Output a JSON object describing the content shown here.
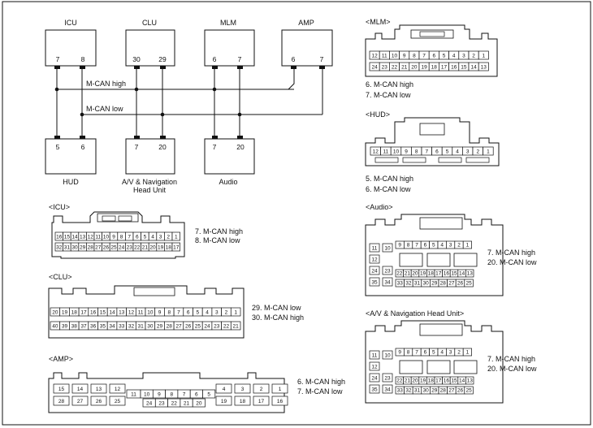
{
  "modules_top": [
    {
      "name": "ICU",
      "pins": [
        "7",
        "8"
      ]
    },
    {
      "name": "CLU",
      "pins": [
        "30",
        "29"
      ]
    },
    {
      "name": "MLM",
      "pins": [
        "6",
        "7"
      ]
    },
    {
      "name": "AMP",
      "pins": [
        "6",
        "7"
      ]
    }
  ],
  "modules_bottom": [
    {
      "name": "HUD",
      "pins": [
        "5",
        "6"
      ]
    },
    {
      "name": "A/V & Navigation",
      "name2": "Head Unit",
      "pins": [
        "7",
        "20"
      ]
    },
    {
      "name": "Audio",
      "pins": [
        "7",
        "20"
      ]
    }
  ],
  "bus": {
    "high": "M-CAN high",
    "low": "M-CAN low"
  },
  "connectors": {
    "icu": {
      "title": "<ICU>",
      "notes": [
        "7. M-CAN high",
        "8. M-CAN low"
      ],
      "row1": [
        "16",
        "15",
        "14",
        "13",
        "12",
        "11",
        "10",
        "9",
        "8",
        "7",
        "6",
        "5",
        "4",
        "3",
        "2",
        "1"
      ],
      "row2": [
        "32",
        "31",
        "30",
        "29",
        "28",
        "27",
        "26",
        "25",
        "24",
        "23",
        "22",
        "21",
        "20",
        "19",
        "18",
        "17"
      ]
    },
    "clu": {
      "title": "<CLU>",
      "notes": [
        "29. M-CAN low",
        "30. M-CAN high"
      ],
      "row1": [
        "20",
        "19",
        "18",
        "17",
        "16",
        "15",
        "14",
        "13",
        "12",
        "11",
        "10",
        "9",
        "8",
        "7",
        "6",
        "5",
        "4",
        "3",
        "2",
        "1"
      ],
      "row2": [
        "40",
        "39",
        "38",
        "37",
        "36",
        "35",
        "34",
        "33",
        "32",
        "31",
        "30",
        "29",
        "28",
        "27",
        "26",
        "25",
        "24",
        "23",
        "22",
        "21"
      ]
    },
    "amp": {
      "title": "<AMP>",
      "notes": [
        "6. M-CAN high",
        "7. M-CAN low"
      ],
      "left_r1": [
        "15",
        "14",
        "13",
        "12"
      ],
      "left_r2": [
        "28",
        "27",
        "26",
        "25"
      ],
      "mid_r1": [
        "10",
        "9",
        "8",
        "7",
        "6",
        "5"
      ],
      "mid_r2": [
        "24",
        "23",
        "22",
        "21",
        "20"
      ],
      "pin11": "11",
      "pin4": "4",
      "right_r1": [
        "3",
        "2",
        "1"
      ],
      "right_r2": [
        "19",
        "18",
        "17",
        "16"
      ]
    },
    "mlm": {
      "title": "<MLM>",
      "notes": [
        "6. M-CAN high",
        "7. M-CAN low"
      ],
      "row1": [
        "12",
        "11",
        "10",
        "9",
        "8",
        "7",
        "6",
        "5",
        "4",
        "3",
        "2",
        "1"
      ],
      "row2": [
        "24",
        "23",
        "22",
        "21",
        "20",
        "19",
        "18",
        "17",
        "16",
        "15",
        "14",
        "13"
      ]
    },
    "hud": {
      "title": "<HUD>",
      "notes": [
        "5. M-CAN high",
        "6. M-CAN low"
      ],
      "row1": [
        "12",
        "11",
        "10",
        "9",
        "8",
        "7",
        "6",
        "5",
        "4",
        "3",
        "2",
        "1"
      ]
    },
    "audio": {
      "title": "<Audio>",
      "notes": [
        "7. M-CAN high",
        "20. M-CAN low"
      ],
      "side": [
        "11",
        "10",
        "12",
        "24",
        "23",
        "35",
        "34"
      ],
      "top_row": [
        "9",
        "8",
        "7",
        "6",
        "5",
        "4",
        "3",
        "2",
        "1"
      ],
      "row_a": [
        "22",
        "21",
        "20",
        "19",
        "18",
        "17",
        "16",
        "15",
        "14",
        "13"
      ],
      "row_b": [
        "33",
        "32",
        "31",
        "30",
        "29",
        "28",
        "27",
        "26",
        "25"
      ]
    },
    "avn": {
      "title": "<A/V & Navigation Head Unit>",
      "notes": [
        "7. M-CAN high",
        "20. M-CAN low"
      ],
      "side": [
        "11",
        "10",
        "12",
        "24",
        "23",
        "35",
        "34"
      ],
      "top_row": [
        "9",
        "8",
        "7",
        "6",
        "5",
        "4",
        "3",
        "2",
        "1"
      ],
      "row_a": [
        "22",
        "21",
        "20",
        "19",
        "18",
        "17",
        "16",
        "15",
        "14",
        "13"
      ],
      "row_b": [
        "33",
        "32",
        "31",
        "30",
        "29",
        "28",
        "27",
        "26",
        "25"
      ]
    }
  }
}
